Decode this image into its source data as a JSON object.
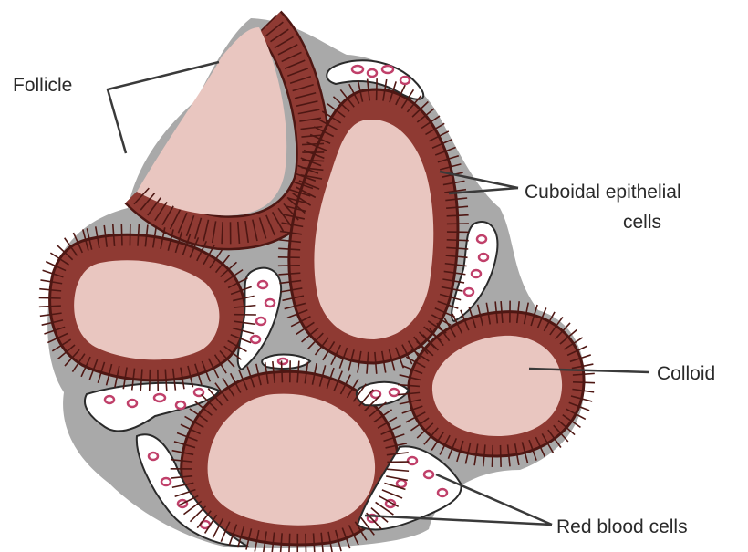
{
  "labels": {
    "follicle": "Follicle",
    "cuboidal_line1": "Cuboidal epithelial",
    "cuboidal_line2": "cells",
    "colloid": "Colloid",
    "red_blood_cells": "Red blood cells"
  },
  "colors": {
    "stroma": "#a9a9a9",
    "colloid": "#e9c6c0",
    "cell_fill": "#8f3a33",
    "cell_outline": "#4e1713",
    "capillary": "#ffffff",
    "rbc": "#c0406a",
    "line": "#3a3a3a",
    "text": "#2a2a2a"
  }
}
